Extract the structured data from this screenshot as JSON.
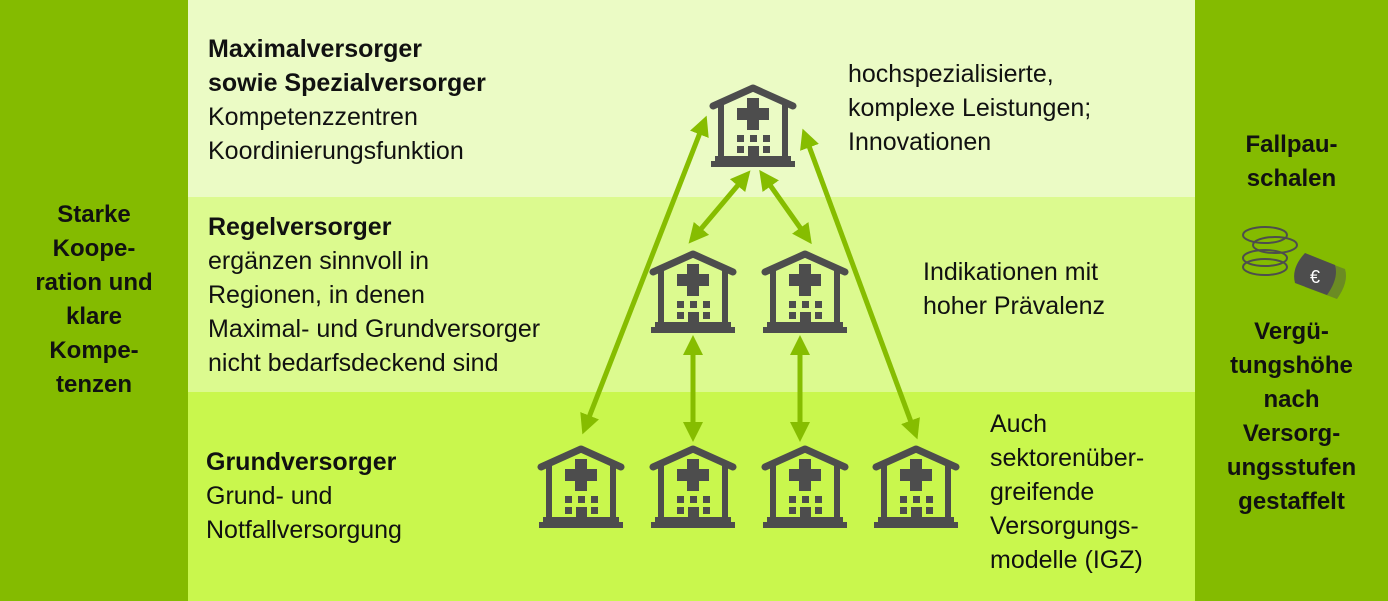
{
  "left_column": {
    "label_lines": [
      "Starke",
      "Koope-",
      "ration und",
      "klare",
      "Kompe-",
      "tenzen"
    ]
  },
  "right_column": {
    "top_lines": [
      "Fallpau-",
      "schalen"
    ],
    "icon": "coins-and-euro-banknote-icon",
    "bottom_lines": [
      "Vergü-",
      "tungshöhe",
      "nach",
      "Versorg-",
      "ungsstufen",
      "gestaffelt"
    ]
  },
  "levels": [
    {
      "title_lines": [
        "Maximalversorger",
        "sowie Spezialversorger"
      ],
      "desc_lines": [
        "Kompetenzzentren",
        "Koordinierungsfunktion"
      ],
      "services_lines": [
        "hochspezialisierte,",
        "komplexe Leistungen;",
        "Innovationen"
      ],
      "hospital_count": 1
    },
    {
      "title_lines": [
        "Regelversorger"
      ],
      "desc_lines": [
        "ergänzen sinnvoll in",
        "Regionen, in denen",
        "Maximal- und Grundversorger",
        "nicht bedarfsdeckend sind"
      ],
      "services_lines": [
        "Indikationen mit",
        "hoher Prävalenz"
      ],
      "hospital_count": 2
    },
    {
      "title_lines": [
        "Grundversorger"
      ],
      "desc_lines": [
        "Grund- und",
        "Notfallversorgung"
      ],
      "services_lines": [
        "Auch",
        "sektorenüber-",
        "greifende",
        "Versorgungs-",
        "modelle (IGZ)"
      ],
      "hospital_count": 4
    }
  ],
  "colors": {
    "outer": "#84bb00",
    "top_band": "#ebfbc5",
    "middle_band": "#dcfa8f",
    "bottom_band": "#c9f74d",
    "arrow": "#86bd00",
    "icon": "#4d4d4d"
  }
}
